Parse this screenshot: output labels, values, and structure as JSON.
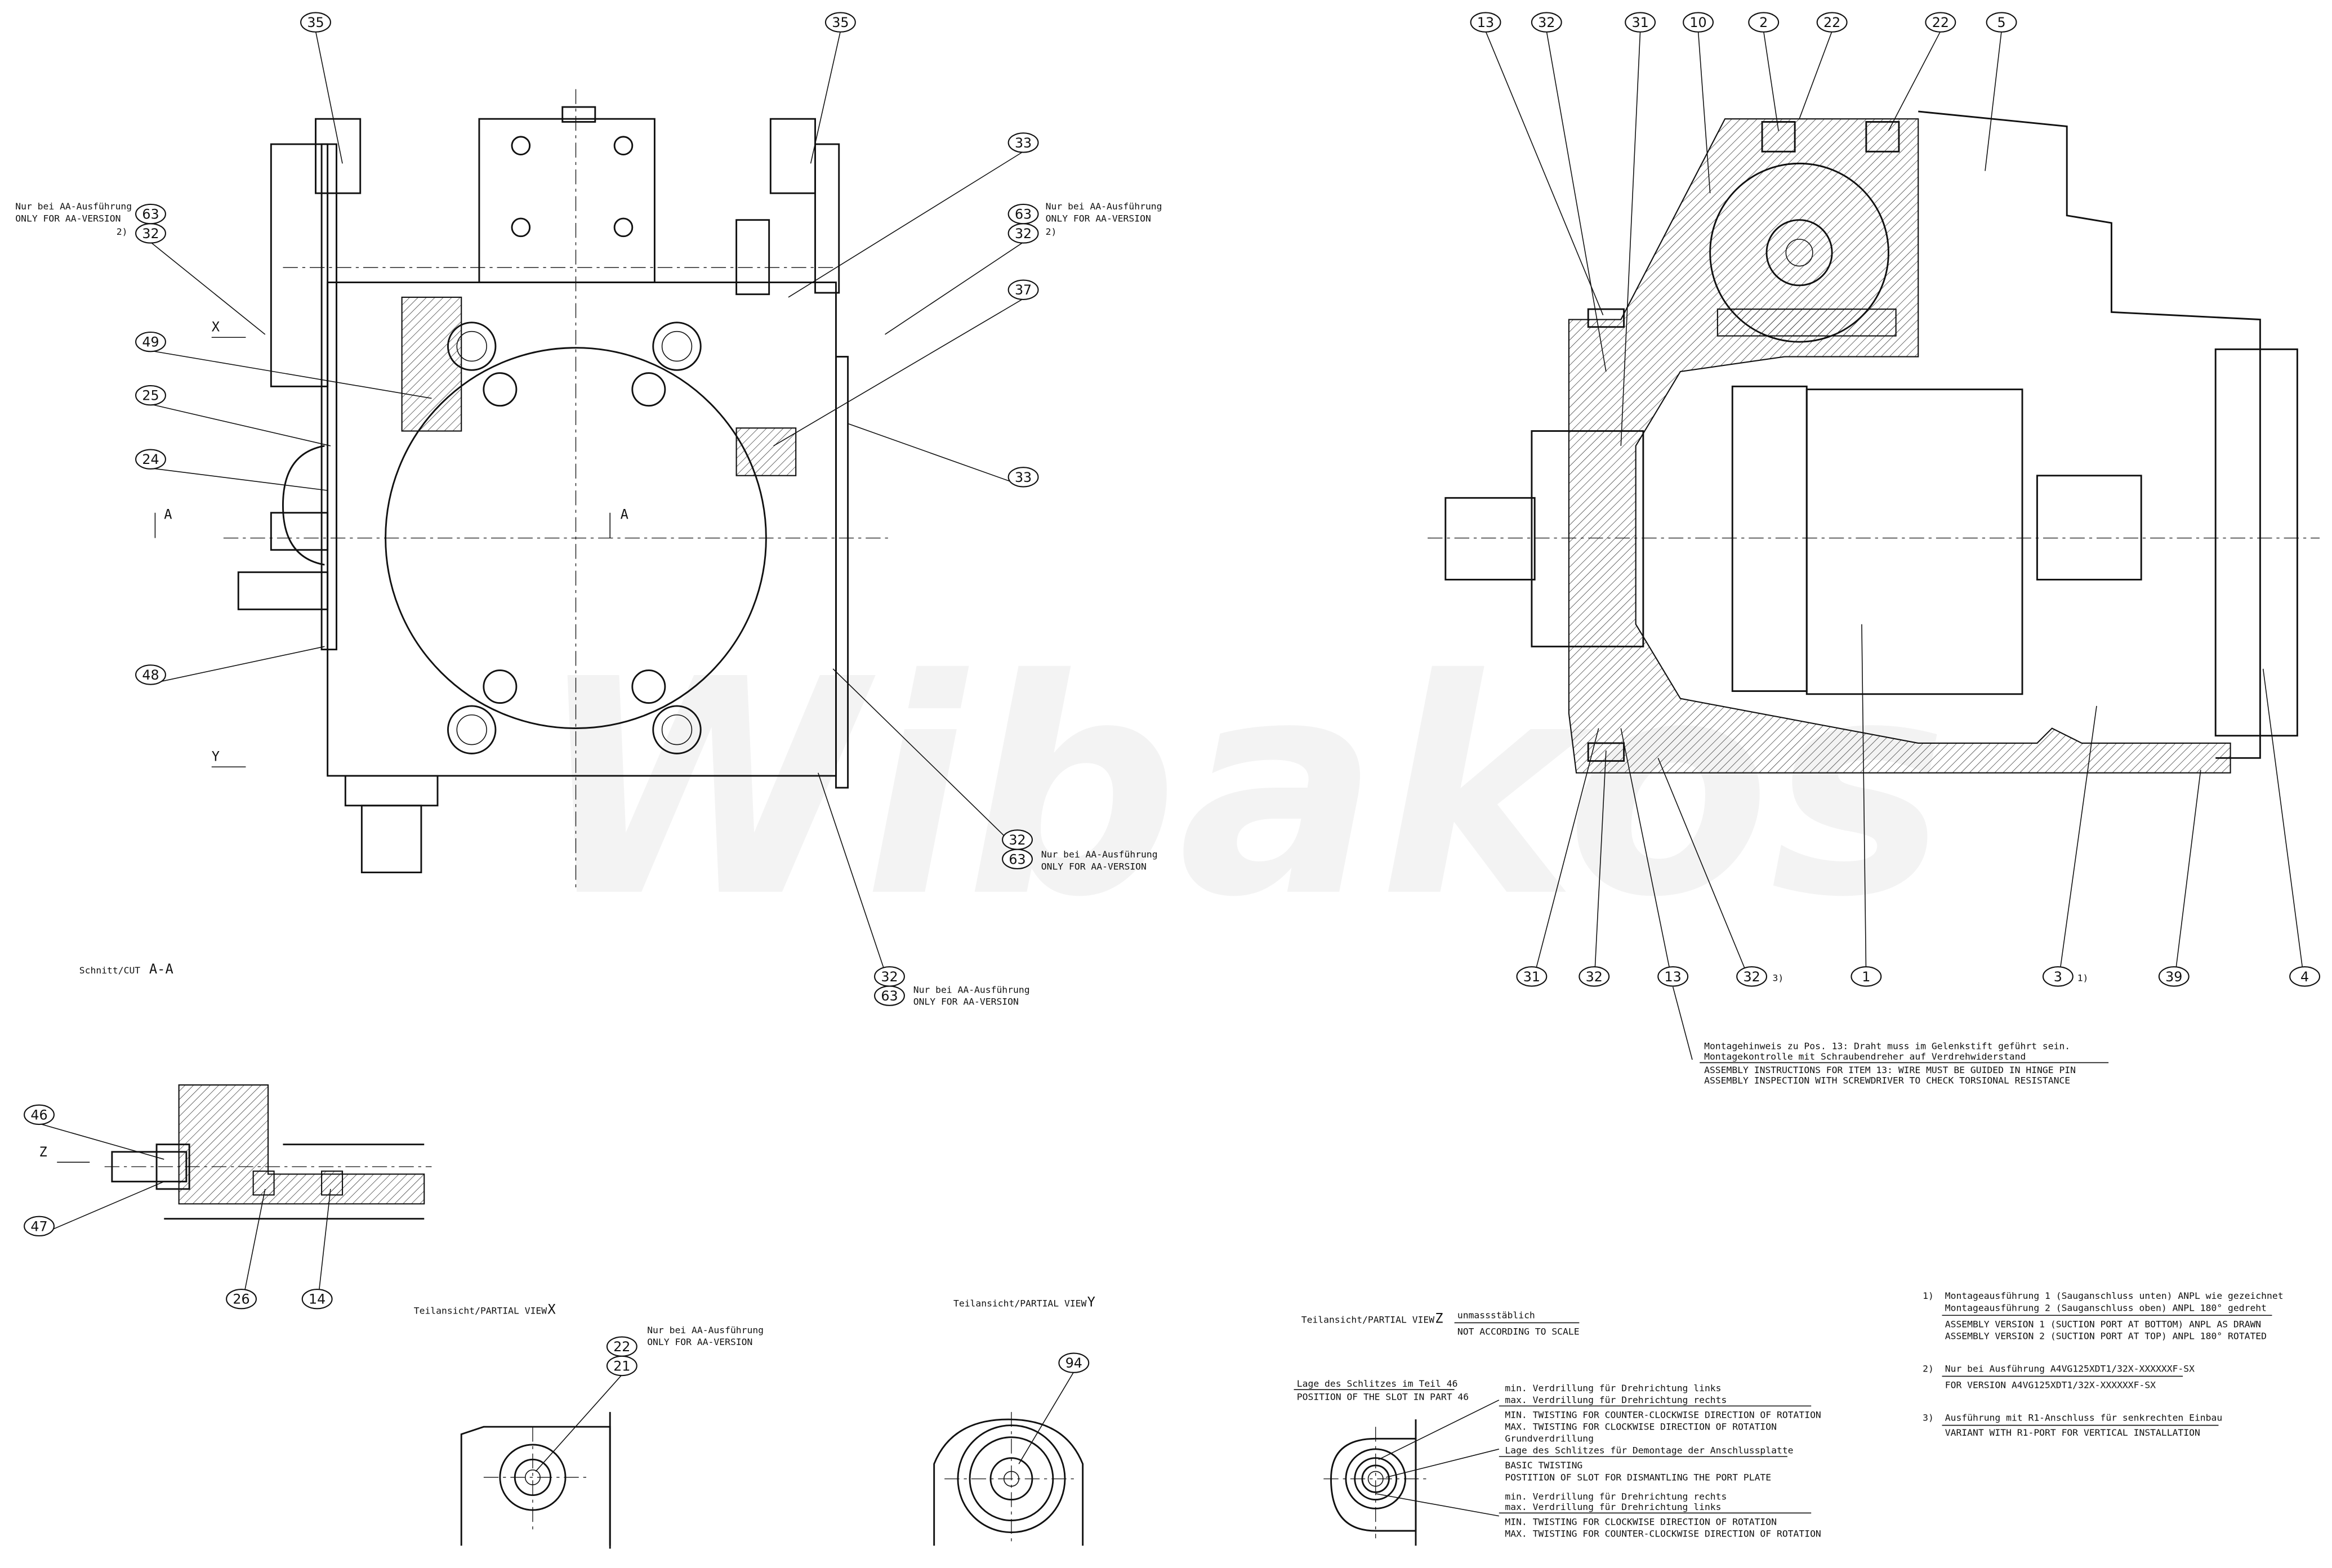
{
  "watermark": "Wibakos",
  "balloons": [
    "35",
    "35",
    "63",
    "32",
    "49",
    "25",
    "24",
    "48",
    "33",
    "63",
    "32",
    "37",
    "33",
    "32",
    "63",
    "32",
    "63",
    "13",
    "32",
    "31",
    "10",
    "2",
    "22",
    "22",
    "5",
    "31",
    "32",
    "13",
    "32",
    "1",
    "3",
    "39",
    "4",
    "46",
    "47",
    "26",
    "14",
    "22",
    "21",
    "94"
  ],
  "footnote_marks": {
    "two": "2)",
    "three": "3)",
    "one": "1)"
  },
  "aa_note": {
    "de": "Nur bei AA-Ausführung",
    "en": "ONLY FOR AA-VERSION"
  },
  "view_letters": {
    "x": "X",
    "y": "Y",
    "a": "A",
    "z": "Z"
  },
  "section_title": {
    "prefix": "Schnitt/CUT",
    "name": "A-A"
  },
  "partial_view_x": {
    "prefix": "Teilansicht/PARTIAL VIEW",
    "name": "X"
  },
  "partial_view_y": {
    "prefix": "Teilansicht/PARTIAL VIEW",
    "name": "Y"
  },
  "partial_view_z": {
    "prefix": "Teilansicht/PARTIAL VIEW",
    "name": "Z",
    "scale_de": "unmassstäblich",
    "scale_en": "NOT ACCORDING TO SCALE"
  },
  "assembly_note": {
    "de1": "Montagehinweis zu Pos. 13: Draht muss im Gelenkstift geführt sein.",
    "de2": "Montagekontrolle mit Schraubendreher auf Verdrehwiderstand",
    "en1": "ASSEMBLY INSTRUCTIONS FOR ITEM 13: WIRE MUST BE GUIDED IN HINGE PIN",
    "en2": "ASSEMBLY INSPECTION WITH SCREWDRIVER TO CHECK TORSIONAL RESISTANCE"
  },
  "slot": {
    "title_de": "Lage des Schlitzes im Teil 46",
    "title_en": "POSITION OF THE SLOT IN PART 46",
    "a_de1": "min. Verdrillung für Drehrichtung links",
    "a_de2": "max. Verdrillung für Drehrichtung rechts",
    "a_en1": "MIN. TWISTING FOR COUNTER-CLOCKWISE DIRECTION OF ROTATION",
    "a_en2": "MAX. TWISTING FOR CLOCKWISE DIRECTION OF ROTATION",
    "b_de1": "Grundverdrillung",
    "b_de2": "Lage des Schlitzes für Demontage der Anschlussplatte",
    "b_en1": "BASIC TWISTING",
    "b_en2": "POSTITION OF SLOT FOR DISMANTLING THE PORT PLATE",
    "c_de1": "min. Verdrillung für Drehrichtung rechts",
    "c_de2": "max. Verdrillung für Drehrichtung links",
    "c_en1": "MIN. TWISTING FOR CLOCKWISE DIRECTION OF ROTATION",
    "c_en2": "MAX. TWISTING FOR COUNTER-CLOCKWISE DIRECTION OF ROTATION"
  },
  "footnotes": [
    {
      "mark": "1)",
      "de1": "Montageausführung 1 (Sauganschluss unten) ANPL wie gezeichnet",
      "de2": "Montageausführung 2 (Sauganschluss oben) ANPL 180° gedreht",
      "en1": "ASSEMBLY VERSION 1 (SUCTION PORT AT BOTTOM) ANPL AS DRAWN",
      "en2": "ASSEMBLY VERSION 2 (SUCTION PORT AT TOP) ANPL 180° ROTATED"
    },
    {
      "mark": "2)",
      "de1": "Nur bei Ausführung A4VG125XDT1/32X-XXXXXXF-SX",
      "en1": "FOR VERSION A4VG125XDT1/32X-XXXXXXF-SX"
    },
    {
      "mark": "3)",
      "de1": "Ausführung mit R1-Anschluss für senkrechten Einbau",
      "en1": "VARIANT WITH R1-PORT FOR VERTICAL INSTALLATION"
    }
  ]
}
